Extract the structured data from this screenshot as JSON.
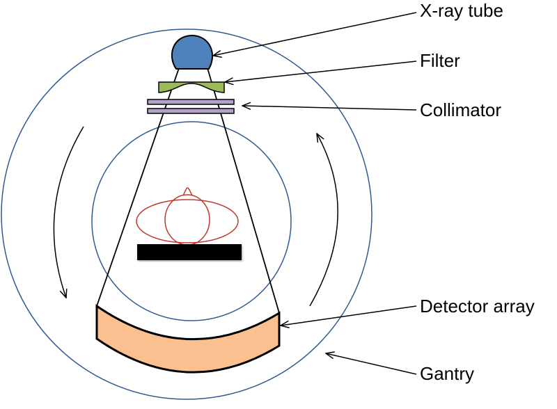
{
  "labels": {
    "xray_tube": "X-ray tube",
    "filter": "Filter",
    "collimator": "Collimator",
    "detector_array": "Detector array",
    "gantry": "Gantry"
  },
  "colors": {
    "gantry": "#2f5a8f",
    "tube": "#4f81bd",
    "filter": "#9bbb59",
    "collimator": "#b3a2c7",
    "detector": "#fac090",
    "patient": "#c0392b",
    "table": "#000000"
  }
}
